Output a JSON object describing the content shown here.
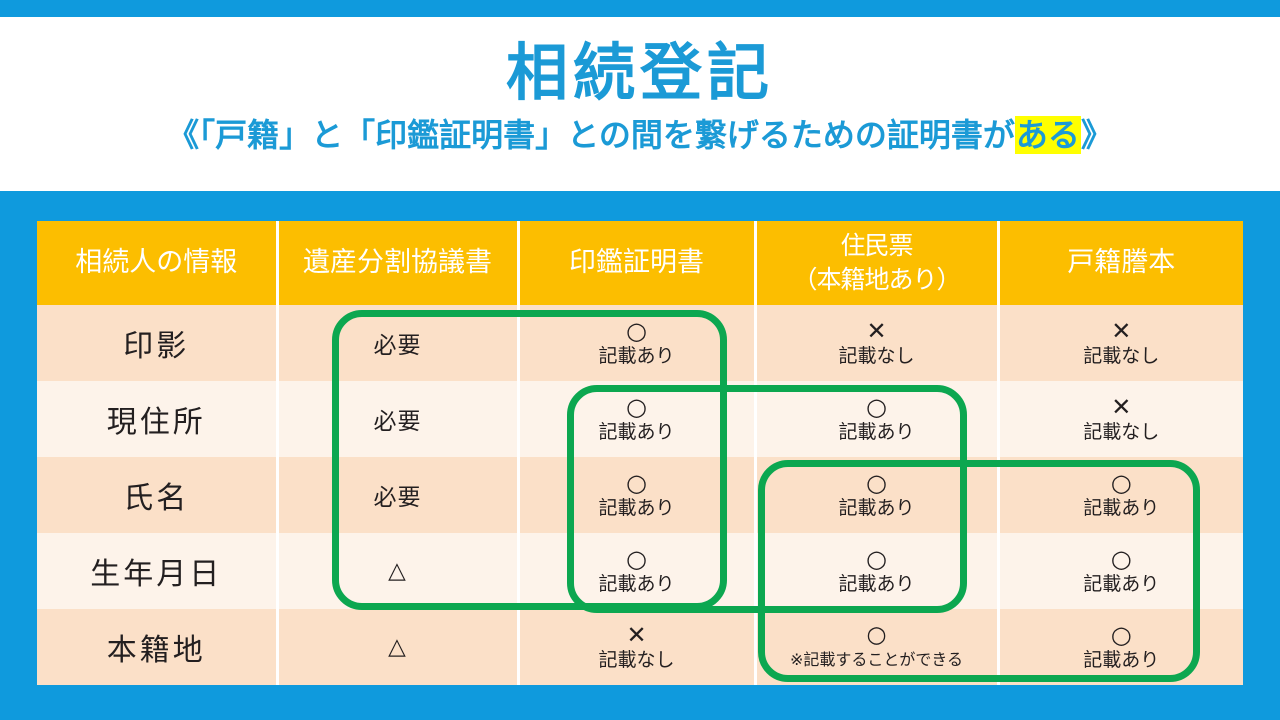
{
  "header": {
    "title": "相続登記",
    "subtitle_prefix": "《「戸籍」と「印鑑証明書」との間を繋げるための証明書が",
    "subtitle_highlight": "ある",
    "subtitle_suffix": "》"
  },
  "colors": {
    "blue": "#0f9add",
    "title_blue": "#1b9ad6",
    "header_yellow": "#fcbe00",
    "row_odd": "#fbe0c8",
    "row_even": "#fdf3ea",
    "highlight_green": "#0ca750",
    "marker_yellow": "#ffff00"
  },
  "table": {
    "columns": [
      {
        "label": "相続人の情報"
      },
      {
        "label": "遺産分割協議書"
      },
      {
        "label": "印鑑証明書"
      },
      {
        "label_line1": "住民票",
        "label_line2": "（本籍地あり）"
      },
      {
        "label": "戸籍謄本"
      }
    ],
    "rows": [
      {
        "name": "印影",
        "isan": "必要",
        "inkan": {
          "mark": "○",
          "note": "記載あり"
        },
        "juminhyo": {
          "mark": "✕",
          "note": "記載なし"
        },
        "koseki": {
          "mark": "✕",
          "note": "記載なし"
        }
      },
      {
        "name": "現住所",
        "isan": "必要",
        "inkan": {
          "mark": "○",
          "note": "記載あり"
        },
        "juminhyo": {
          "mark": "○",
          "note": "記載あり"
        },
        "koseki": {
          "mark": "✕",
          "note": "記載なし"
        }
      },
      {
        "name": "氏名",
        "isan": "必要",
        "inkan": {
          "mark": "○",
          "note": "記載あり"
        },
        "juminhyo": {
          "mark": "○",
          "note": "記載あり"
        },
        "koseki": {
          "mark": "○",
          "note": "記載あり"
        }
      },
      {
        "name": "生年月日",
        "isan": "△",
        "inkan": {
          "mark": "○",
          "note": "記載あり"
        },
        "juminhyo": {
          "mark": "○",
          "note": "記載あり"
        },
        "koseki": {
          "mark": "○",
          "note": "記載あり"
        }
      },
      {
        "name": "本籍地",
        "isan": "△",
        "inkan": {
          "mark": "✕",
          "note": "記載なし"
        },
        "juminhyo": {
          "mark": "○",
          "note": "※記載することができる"
        },
        "koseki": {
          "mark": "○",
          "note": "記載あり"
        }
      }
    ]
  },
  "highlights": [
    {
      "id": "box-1",
      "spans": "遺産分割協議書・印鑑証明書 / 印影〜生年月日"
    },
    {
      "id": "box-2",
      "spans": "印鑑証明書・住民票 / 現住所〜生年月日"
    },
    {
      "id": "box-3",
      "spans": "住民票・戸籍謄本 / 氏名〜本籍地"
    }
  ]
}
